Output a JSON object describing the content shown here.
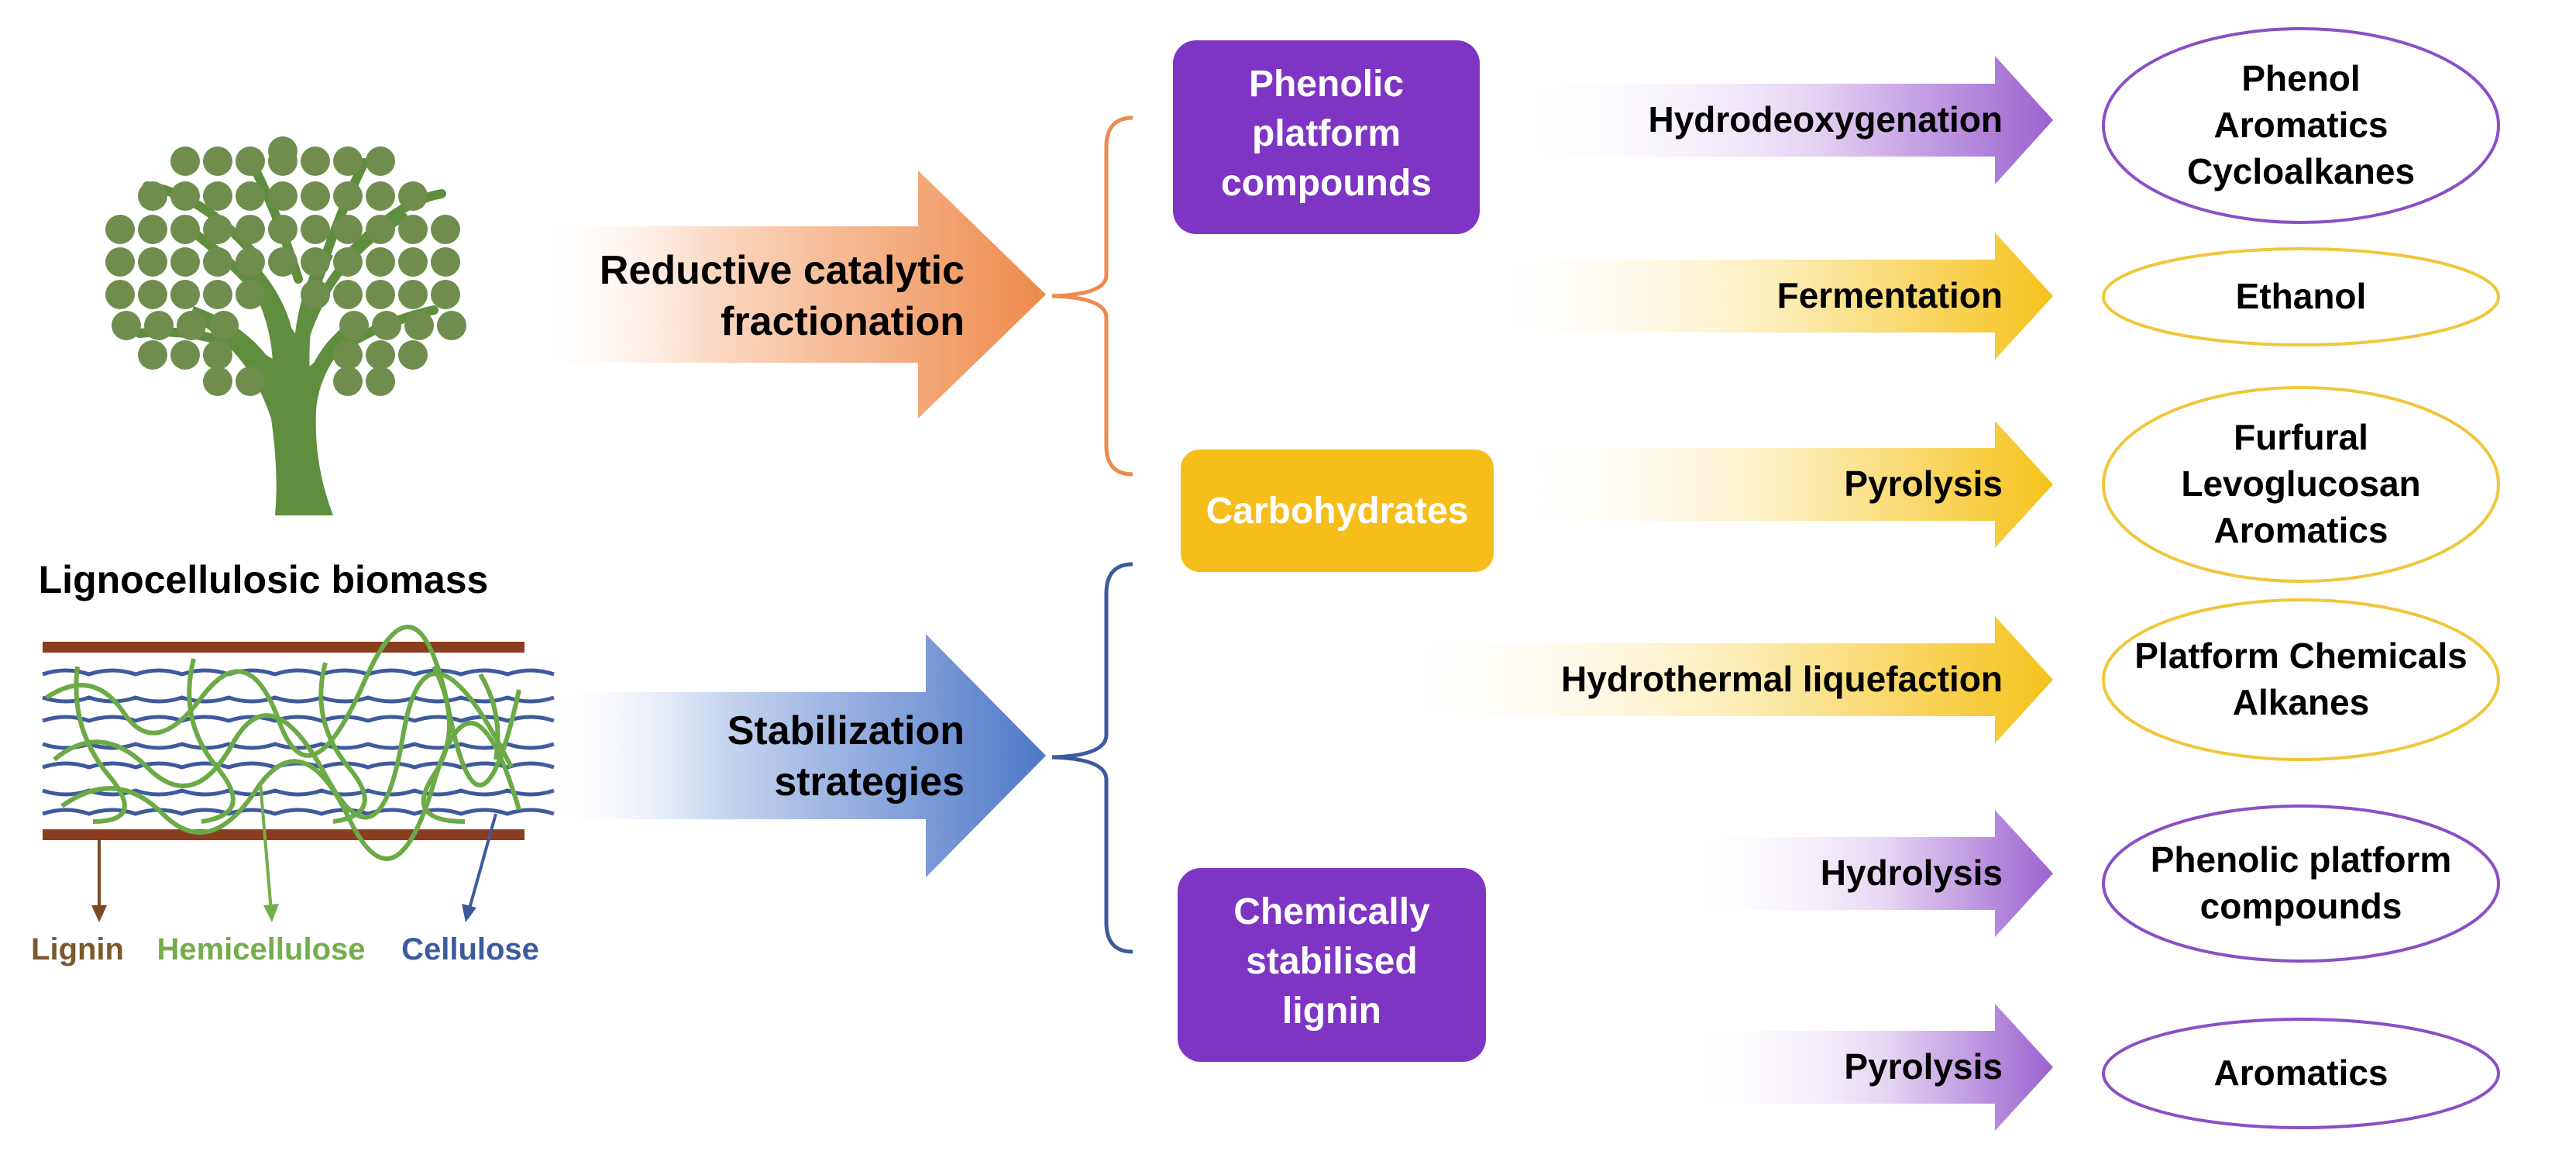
{
  "colors": {
    "purple": "#7B2FBE",
    "purple_box": "#7E35C3",
    "gold": "#F5C21B",
    "gold_box": "#F6BE1A",
    "orange": "#EE8A4B",
    "blue": "#4F78C8",
    "brown_bar": "#8B3D1F",
    "green": "#6BAA46",
    "tree_green": "#5E8E3E",
    "dot_green": "#6F8E4E",
    "navy_text": "#3E5A9E",
    "brown_text": "#7A5A2A",
    "green_text": "#74AD4B"
  },
  "biomass": {
    "title": "Lignocellulosic biomass",
    "legend": {
      "lignin": "Lignin",
      "hemicellulose": "Hemicellulose",
      "cellulose": "Cellulose"
    }
  },
  "strategies": {
    "rcf": {
      "line1": "Reductive catalytic",
      "line2": "fractionation"
    },
    "stab": {
      "line1": "Stabilization",
      "line2": "strategies"
    }
  },
  "intermediates": {
    "phenolic": {
      "line1": "Phenolic",
      "line2": "platform",
      "line3": "compounds"
    },
    "carbohydrates": "Carbohydrates",
    "stabilised": {
      "line1": "Chemically",
      "line2": "stabilised",
      "line3": "lignin"
    }
  },
  "processes": {
    "hdo": "Hydrodeoxygenation",
    "fermentation": "Fermentation",
    "pyrolysis1": "Pyrolysis",
    "htl": "Hydrothermal liquefaction",
    "hydrolysis": "Hydrolysis",
    "pyrolysis2": "Pyrolysis"
  },
  "products": {
    "p1": {
      "line1": "Phenol",
      "line2": "Aromatics",
      "line3": "Cycloalkanes"
    },
    "p2": {
      "line1": "Ethanol"
    },
    "p3": {
      "line1": "Furfural",
      "line2": "Levoglucosan",
      "line3": "Aromatics"
    },
    "p4": {
      "line1": "Platform Chemicals",
      "line2": "Alkanes"
    },
    "p5": {
      "line1": "Phenolic platform",
      "line2": "compounds"
    },
    "p6": {
      "line1": "Aromatics"
    }
  }
}
